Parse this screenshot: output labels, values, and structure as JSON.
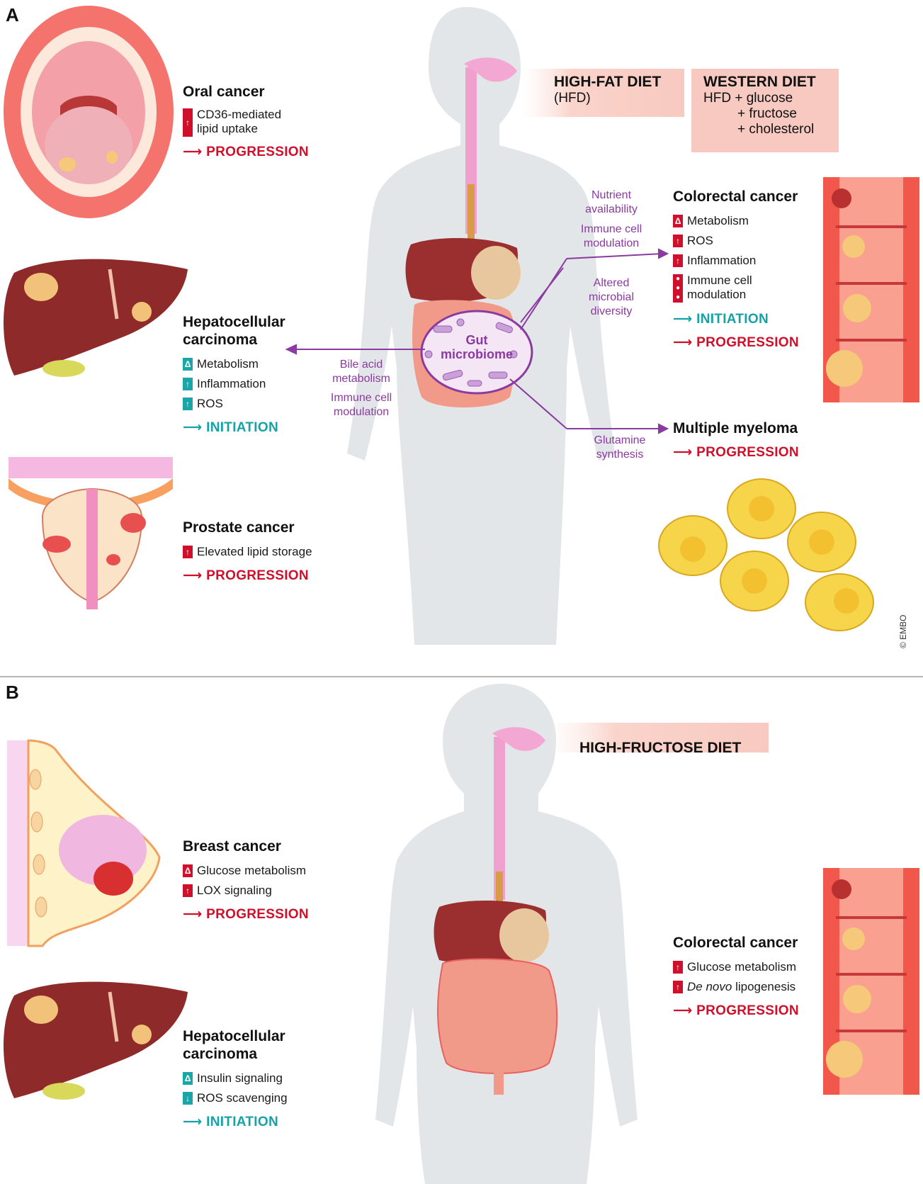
{
  "panel_a": {
    "letter": "A",
    "diet_hfd": {
      "title": "HIGH-FAT DIET",
      "subtitle": "(HFD)"
    },
    "diet_western": {
      "title": "WESTERN DIET",
      "lines": [
        "HFD + glucose",
        "+ fructose",
        "+ cholesterol"
      ]
    },
    "gut_label": [
      "Gut",
      "microbiome"
    ],
    "mechanisms": {
      "nutrient": "Nutrient availability",
      "immune_top": "Immune cell modulation",
      "altered": "Altered microbial diversity",
      "bile": "Bile acid metabolism",
      "immune_left": "Immune cell modulation",
      "glutamine": "Glutamine synthesis"
    },
    "oral": {
      "title": "Oral cancer",
      "items": [
        {
          "badge": "up",
          "text": "CD36-mediated lipid uptake"
        }
      ],
      "outcome": "PROGRESSION"
    },
    "hcc": {
      "title_lines": [
        "Hepatocellular",
        "carcinoma"
      ],
      "items": [
        {
          "badge": "delta",
          "text": "Metabolism"
        },
        {
          "badge": "up",
          "text": "Inflammation"
        },
        {
          "badge": "up",
          "text": "ROS"
        }
      ],
      "outcome": "INITIATION"
    },
    "prostate": {
      "title": "Prostate cancer",
      "items": [
        {
          "badge": "up",
          "text": "Elevated lipid storage"
        }
      ],
      "outcome": "PROGRESSION"
    },
    "colorectal": {
      "title": "Colorectal cancer",
      "items": [
        {
          "badge": "delta",
          "text": "Metabolism"
        },
        {
          "badge": "up",
          "text": "ROS"
        },
        {
          "badge": "up",
          "text": "Inflammation"
        },
        {
          "badge": "dots",
          "text": "Immune cell modulation"
        }
      ],
      "outcomes": [
        "INITIATION",
        "PROGRESSION"
      ]
    },
    "myeloma": {
      "title": "Multiple myeloma",
      "outcome": "PROGRESSION"
    },
    "copyright": "© EMBO"
  },
  "panel_b": {
    "letter": "B",
    "diet": "HIGH-FRUCTOSE DIET",
    "breast": {
      "title": "Breast cancer",
      "items": [
        {
          "badge": "delta",
          "text": "Glucose metabolism"
        },
        {
          "badge": "up",
          "text": "LOX signaling"
        }
      ],
      "outcome": "PROGRESSION"
    },
    "hcc": {
      "title_lines": [
        "Hepatocellular",
        "carcinoma"
      ],
      "items": [
        {
          "badge": "delta",
          "text": "Insulin signaling"
        },
        {
          "badge": "down",
          "text": "ROS scavenging"
        }
      ],
      "outcome": "INITIATION"
    },
    "colorectal": {
      "title": "Colorectal cancer",
      "items": [
        {
          "badge": "up",
          "text": "Glucose metabolism"
        },
        {
          "badge": "up",
          "text_prefix_italic": "De novo",
          "text": "lipogenesis"
        }
      ],
      "outcome": "PROGRESSION"
    }
  },
  "colors": {
    "progression": "#d0102a",
    "initiation": "#14a3a6",
    "mechanism": "#8b3aa0",
    "body": "#e3e6e8",
    "diet_box": "#f8c9c0"
  }
}
